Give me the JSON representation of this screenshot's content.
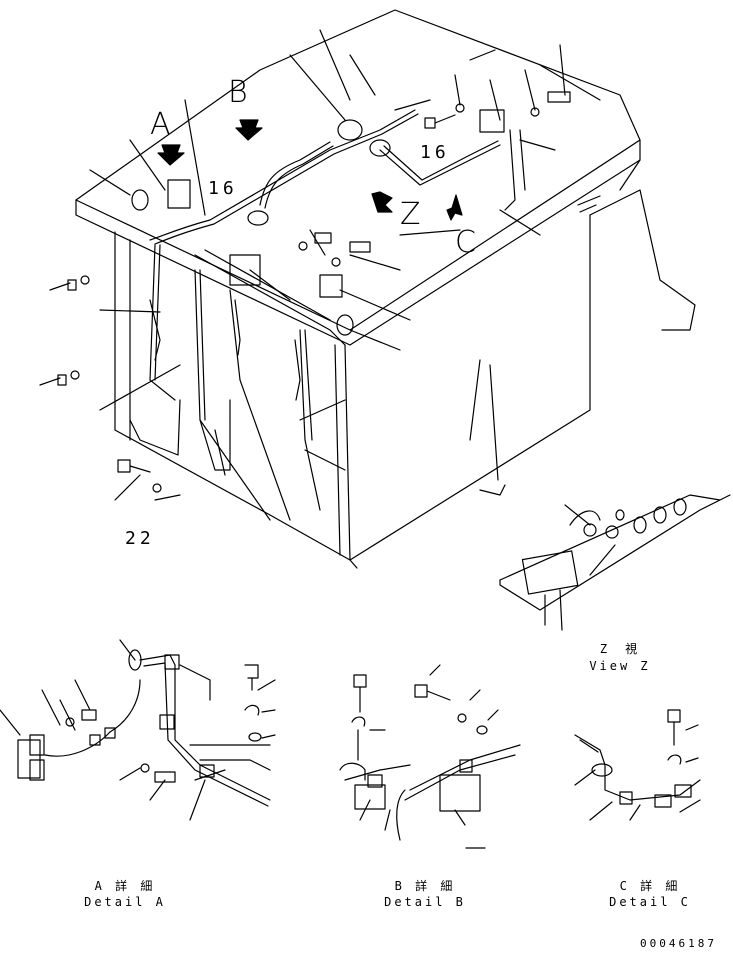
{
  "callouts": {
    "letter_a": "A",
    "letter_b": "B",
    "letter_c": "C",
    "letter_z": "Z",
    "ref_16_left": "16",
    "ref_16_right": "16",
    "ref_22": "22"
  },
  "captions": {
    "view_z_jp": "Z　視",
    "view_z_en": "View Z",
    "detail_a_jp": "A 詳 細",
    "detail_a_en": "Detail A",
    "detail_b_jp": "B 詳 細",
    "detail_b_en": "Detail B",
    "detail_c_jp": "C 詳 細",
    "detail_c_en": "Detail C"
  },
  "drawing_number": "00046187"
}
